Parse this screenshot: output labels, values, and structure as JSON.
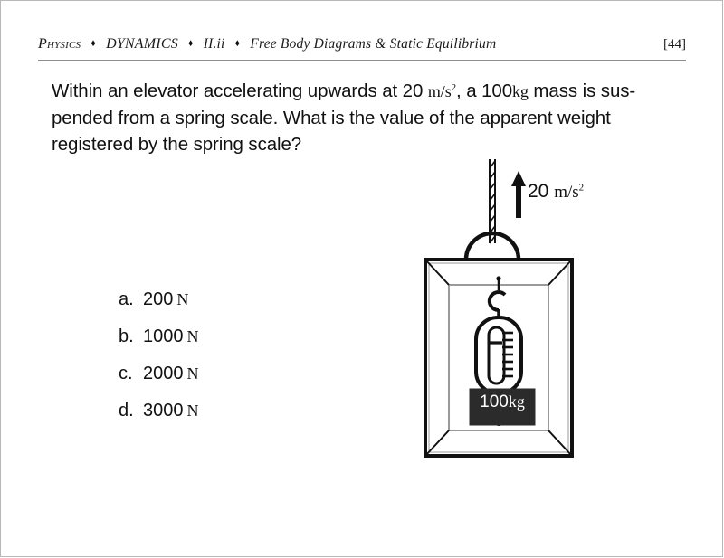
{
  "header": {
    "crumbs": [
      {
        "text": "Physics",
        "style": "smallcaps"
      },
      {
        "text": "DYNAMICS",
        "style": "caps"
      },
      {
        "text": "II.ii",
        "style": "normal"
      },
      {
        "text": "Free Body Diagrams & Static Equilibrium",
        "style": "normal"
      }
    ],
    "separator": "♦",
    "page_number": "[44]"
  },
  "question": {
    "line1_a": "Within an elevator accelerating upwards at 20 ",
    "accel_unit": "m/s",
    "accel_exp": "2",
    "line1_b": ", a 100",
    "mass_unit": "kg",
    "line1_c": " mass is sus-",
    "line2": "pended from a spring scale.  What is the value of the apparent weight",
    "line3": "registered by the spring scale?"
  },
  "answers": [
    {
      "letter": "a.",
      "value": "200",
      "unit": "N"
    },
    {
      "letter": "b.",
      "value": "1000",
      "unit": "N"
    },
    {
      "letter": "c.",
      "value": "2000",
      "unit": "N"
    },
    {
      "letter": "d.",
      "value": "3000",
      "unit": "N"
    }
  ],
  "diagram": {
    "acceleration_value": "20",
    "acceleration_unit": "m/s",
    "acceleration_exponent": "2",
    "mass_value": "100",
    "mass_unit": "kg",
    "mass_block_color": "#2b2b2b",
    "line_color": "#111111",
    "inner_line_color": "#808080"
  }
}
